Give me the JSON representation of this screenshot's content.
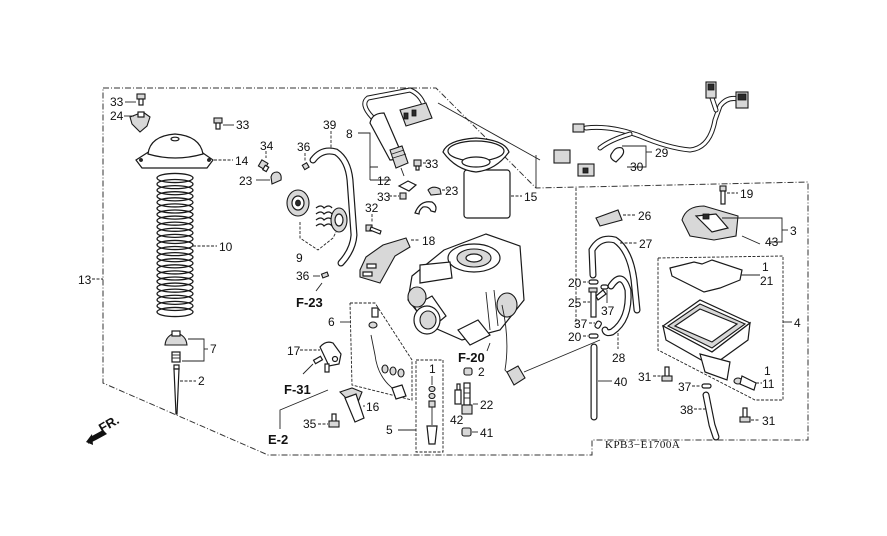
{
  "diagram": {
    "title": "Carburetor exploded parts diagram",
    "drawing_code": "KPB3−E1700A",
    "front_indicator": "FR.",
    "reference_labels": {
      "f23": "F-23",
      "f31": "F-31",
      "e2": "E-2",
      "f20": "F-20"
    },
    "callouts": {
      "c1a": "1",
      "c1b": "1",
      "c1c": "1",
      "c2a": "2",
      "c2b": "2",
      "c3": "3",
      "c4": "4",
      "c5": "5",
      "c6": "6",
      "c7": "7",
      "c8": "8",
      "c9": "9",
      "c10": "10",
      "c11": "11",
      "c12": "12",
      "c13": "13",
      "c14": "14",
      "c15": "15",
      "c16": "16",
      "c17": "17",
      "c18": "18",
      "c19": "19",
      "c20a": "20",
      "c20b": "20",
      "c21": "21",
      "c22": "22",
      "c23a": "23",
      "c23b": "23",
      "c24": "24",
      "c25": "25",
      "c26": "26",
      "c27": "27",
      "c28": "28",
      "c29": "29",
      "c30": "30",
      "c31a": "31",
      "c31b": "31",
      "c32": "32",
      "c33a": "33",
      "c33b": "33",
      "c33c": "33",
      "c33d": "33",
      "c34": "34",
      "c35": "35",
      "c36a": "36",
      "c36b": "36",
      "c37a": "37",
      "c37b": "37",
      "c37c": "37",
      "c38": "38",
      "c39": "39",
      "c40": "40",
      "c41": "41",
      "c42": "42",
      "c43": "43"
    }
  }
}
